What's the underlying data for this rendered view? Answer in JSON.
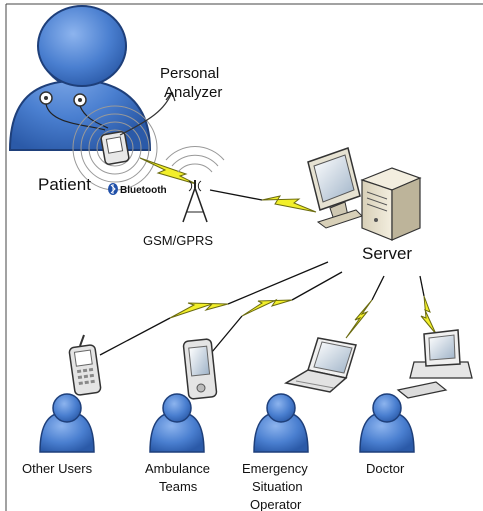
{
  "labels": {
    "personal_analyzer_line1": "Personal",
    "personal_analyzer_line2": "Analyzer",
    "patient": "Patient",
    "bluetooth": "Bluetooth",
    "gsm_gprs": "GSM/GPRS",
    "server": "Server",
    "other_users": "Other Users",
    "ambulance_line1": "Ambulance",
    "ambulance_line2": "Teams",
    "emergency_line1": "Emergency",
    "emergency_line2": "Situation",
    "emergency_line3": "Operator",
    "doctor": "Doctor"
  },
  "icons": {
    "patient": "person-icon",
    "analyzer": "personal-analyzer-device-icon",
    "antenna": "gsm-antenna-icon",
    "server": "server-computer-icon",
    "phone": "mobile-phone-icon",
    "pda": "pda-icon",
    "laptop": "laptop-icon",
    "desktop": "desktop-computer-icon",
    "bluetooth": "bluetooth-icon"
  },
  "colors": {
    "person_fill": "#4a7fd0",
    "person_stroke": "#1e3f7a",
    "lightning": "#f2ef2a",
    "lightning_stroke": "#6b6b10",
    "line": "#111111"
  }
}
